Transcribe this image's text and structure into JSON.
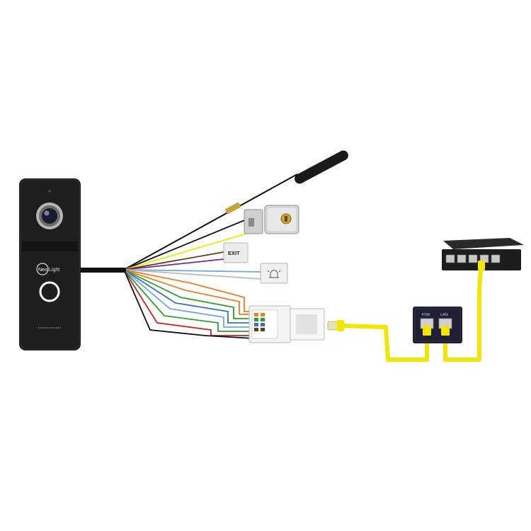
{
  "panel": {
    "brand_a": "Neo",
    "brand_b": "Light"
  },
  "exit_button": {
    "label": "EXIT"
  },
  "bell_button": {
    "icon": "bell-icon"
  },
  "poe_injector": {
    "port_poe": "POE",
    "port_lan": "LAN"
  },
  "switch": {
    "ports": 5
  },
  "colors": {
    "cable_yellow": "#f2e600",
    "wire_yellow": "#f7e400",
    "wire_brown": "#6b3a1e",
    "wire_purple": "#6a2c91",
    "wire_blue": "#6aa9e0",
    "wire_orange": "#ef7d22",
    "wire_green": "#2f9e2f",
    "wire_red": "#d21f1f",
    "wire_black": "#111111",
    "device_dark": "#1e1e1e"
  }
}
